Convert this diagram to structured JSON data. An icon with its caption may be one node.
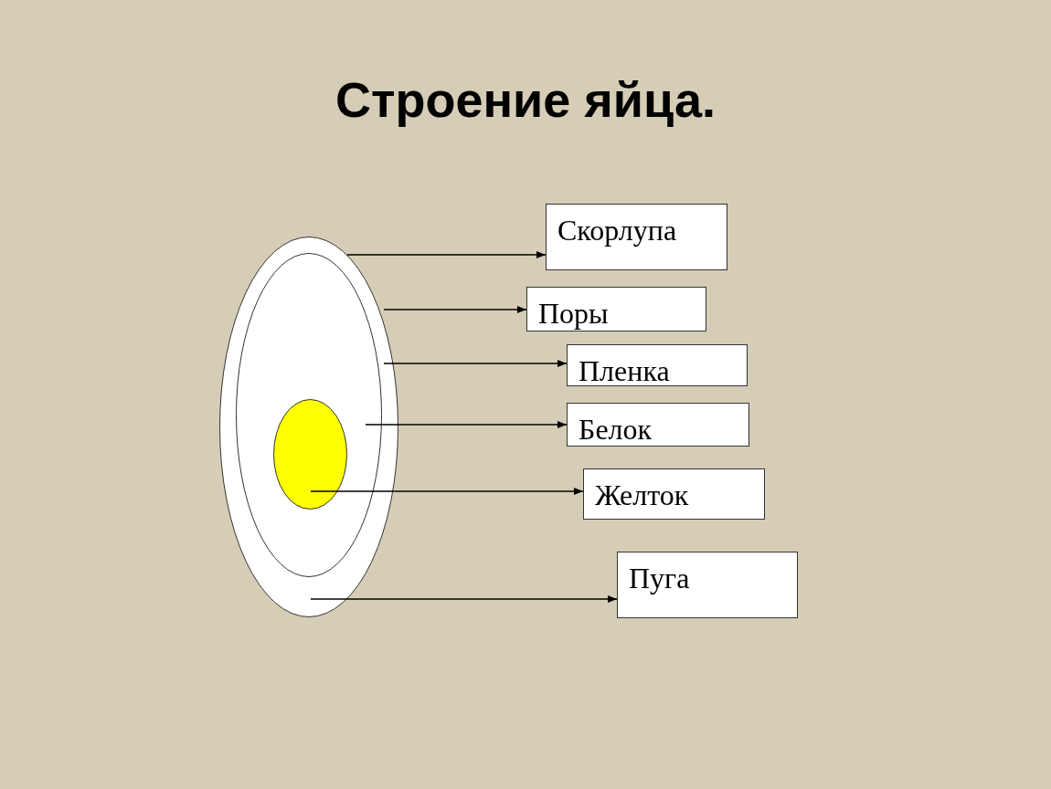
{
  "diagram": {
    "title": "Строение яйца.",
    "nodes": [
      {
        "text": [],
        "shape": "ellipse"
      },
      {
        "text": [],
        "shape": "ellipse",
        "in": 0
      },
      {
        "text": [],
        "shape": "ellipse",
        "in": 1
      },
      {
        "text": [
          "Скорлупа"
        ]
      },
      {
        "text": [
          "Поры"
        ]
      },
      {
        "text": [
          "Пленка"
        ]
      },
      {
        "text": [
          "Белок"
        ]
      },
      {
        "text": [
          "Желток"
        ]
      },
      {
        "text": [
          "Пуга"
        ]
      }
    ],
    "edges": [
      {
        "from": 0,
        "to": 3,
        "arrow": "to"
      },
      {
        "from": 0,
        "to": 4,
        "arrow": "to"
      },
      {
        "from": 1,
        "to": 5,
        "arrow": "to"
      },
      {
        "from": 1,
        "to": 6,
        "arrow": "to"
      },
      {
        "from": 2,
        "to": 7,
        "arrow": "to"
      },
      {
        "from": 0,
        "to": 8,
        "arrow": "to"
      }
    ]
  }
}
